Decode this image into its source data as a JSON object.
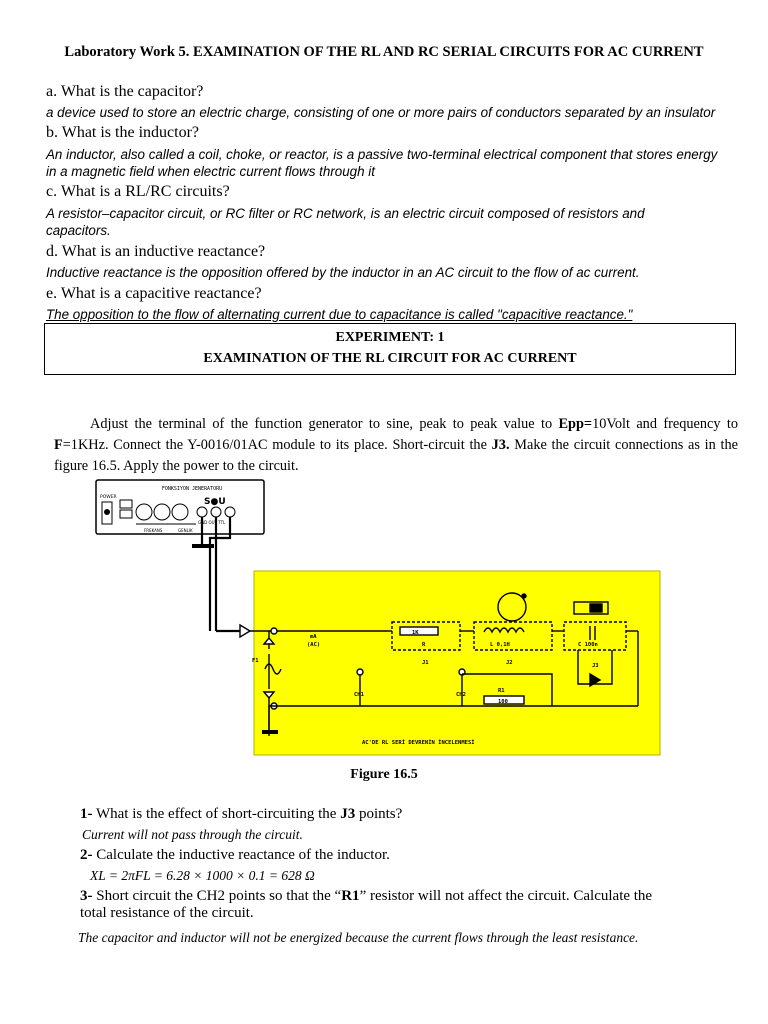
{
  "title": "Laboratory Work 5. EXAMINATION OF THE RL AND RC SERIAL CIRCUITS FOR AC CURRENT",
  "questions": [
    {
      "q": "a. What is the capacitor?",
      "a": [
        "a device used to store an electric charge, consisting of one or more pairs of conductors separated by an insulator"
      ]
    },
    {
      "q": "b. What is the inductor?",
      "a": [
        "An inductor, also called a coil, choke, or reactor, is a passive two-terminal electrical component that stores energy",
        "in a magnetic field when electric current flows through it"
      ]
    },
    {
      "q": "c. What is a RL/RC circuits?",
      "a": [
        "A resistor–capacitor circuit, or RC filter or RC network, is an electric circuit composed of resistors and",
        "capacitors."
      ]
    },
    {
      "q": "d. What is an inductive reactance?",
      "a": [
        "Inductive reactance is the opposition offered by the inductor in an AC circuit to the flow of ac current."
      ]
    },
    {
      "q": "e. What is a capacitive reactance?",
      "a": [
        "The opposition to the flow of alternating current due to capacitance is called \"capacitive reactance.\""
      ]
    }
  ],
  "experiment": {
    "line1": "EXPERIMENT: 1",
    "line2": "EXAMINATION OF THE RL CIRCUIT FOR AC CURRENT"
  },
  "paragraph": {
    "t1": "Adjust the terminal of the function generator to sine, peak to peak value to ",
    "b1": "Epp=",
    "t2": "10Volt and frequency to ",
    "b2": "F",
    "t3": "=1KHz. Connect the Y-0016/01AC module to its place. Short-circuit the ",
    "b3": "J3.",
    "t4": " Make the circuit connections as in the figure 16.5. Apply the power to the circuit."
  },
  "figure": {
    "caption": "Figure 16.5",
    "generator_title": "FONKSIYON JENERATORU",
    "power_label": "POWER",
    "su_label": "S●U",
    "terminal_labels": "GND OUT TTL",
    "freq_label": "FREKANS",
    "amp_label": "GENLIK",
    "board_bg": "#ffff00",
    "resistor_1k": "1K",
    "resistor_r": "R",
    "j1": "J1",
    "inductor_label": "L 0,1H",
    "j2": "J2",
    "cap_label": "C 100n",
    "j3": "J3",
    "meter_label": "mA",
    "meter_sub": "(AC)",
    "f1": "F1",
    "ch1": "CH1",
    "ch2": "CH2",
    "r1": "R1",
    "r1_value": "100",
    "board_title": "AC'DE RL SERİ DEVRENİN İNCELENMESİ"
  },
  "items": [
    {
      "num": "1-",
      "text_pre": " What is the effect of short-circuiting the ",
      "bold": "J3",
      "text_post": " points?",
      "answer": "Current will not pass through the circuit."
    },
    {
      "num": "2-",
      "text_pre": " Calculate the inductive reactance of the inductor.",
      "answer": "XL = 2πFL = 6.28 × 1000 × 0.1 = 628 Ω"
    },
    {
      "num": "3-",
      "text_pre": " Short circuit the CH2 points so that the “",
      "bold": "R1",
      "text_post": "” resistor will not affect the circuit. Calculate the",
      "line2": "total resistance of the circuit.",
      "answer": "The capacitor and inductor will not be energized because the current flows through the least resistance."
    }
  ]
}
